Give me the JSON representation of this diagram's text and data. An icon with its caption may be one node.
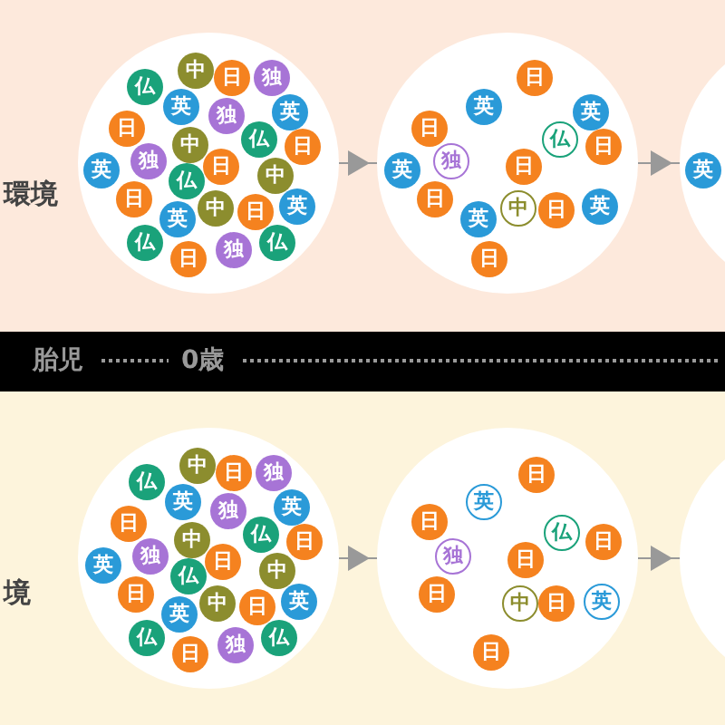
{
  "diagram": {
    "nodes": [
      {
        "text": [],
        "shape": "circle"
      },
      {
        "text": [
          "仏"
        ],
        "in": 0
      },
      {
        "text": [
          "中"
        ],
        "in": 0
      },
      {
        "text": [
          "日"
        ],
        "in": 0
      },
      {
        "text": [
          "独"
        ],
        "in": 0
      },
      {
        "text": [
          "英"
        ],
        "in": 0
      },
      {
        "text": [
          "独"
        ],
        "in": 0
      },
      {
        "text": [
          "英"
        ],
        "in": 0
      },
      {
        "text": [
          "日"
        ],
        "in": 0
      },
      {
        "text": [
          "仏"
        ],
        "in": 0
      },
      {
        "text": [
          "日"
        ],
        "in": 0
      },
      {
        "text": [
          "中"
        ],
        "in": 0
      },
      {
        "text": [
          "独"
        ],
        "in": 0
      },
      {
        "text": [
          "英"
        ],
        "in": 0
      },
      {
        "text": [
          "日"
        ],
        "in": 0
      },
      {
        "text": [
          "中"
        ],
        "in": 0
      },
      {
        "text": [
          "仏"
        ],
        "in": 0
      },
      {
        "text": [
          "日"
        ],
        "in": 0
      },
      {
        "text": [
          "中"
        ],
        "in": 0
      },
      {
        "text": [
          "日"
        ],
        "in": 0
      },
      {
        "text": [
          "英"
        ],
        "in": 0
      },
      {
        "text": [
          "英"
        ],
        "in": 0
      },
      {
        "text": [
          "仏"
        ],
        "in": 0
      },
      {
        "text": [
          "日"
        ],
        "in": 0
      },
      {
        "text": [
          "独"
        ],
        "in": 0
      },
      {
        "text": [
          "仏"
        ],
        "in": 0
      },
      {
        "text": [],
        "shape": "circle"
      },
      {
        "text": [
          "日"
        ],
        "in": 26
      },
      {
        "text": [
          "英"
        ],
        "in": 26
      },
      {
        "text": [
          "英"
        ],
        "in": 26
      },
      {
        "text": [
          "日"
        ],
        "in": 26
      },
      {
        "text": [
          "仏"
        ],
        "in": 26
      },
      {
        "text": [
          "日"
        ],
        "in": 26
      },
      {
        "text": [
          "英"
        ],
        "in": 26
      },
      {
        "text": [
          "独"
        ],
        "in": 26
      },
      {
        "text": [
          "日"
        ],
        "in": 26
      },
      {
        "text": [
          "日"
        ],
        "in": 26
      },
      {
        "text": [
          "英"
        ],
        "in": 26
      },
      {
        "text": [
          "中"
        ],
        "in": 26
      },
      {
        "text": [
          "日"
        ],
        "in": 26
      },
      {
        "text": [
          "英"
        ],
        "in": 26
      },
      {
        "text": [
          "日"
        ],
        "in": 26
      },
      {
        "text": [],
        "shape": "circle"
      },
      {
        "text": [
          "英"
        ],
        "in": 42
      },
      {
        "text": [],
        "shape": "circle"
      },
      {
        "text": [
          "仏"
        ],
        "in": 44
      },
      {
        "text": [
          "中"
        ],
        "in": 44
      },
      {
        "text": [
          "日"
        ],
        "in": 44
      },
      {
        "text": [
          "独"
        ],
        "in": 44
      },
      {
        "text": [
          "英"
        ],
        "in": 44
      },
      {
        "text": [
          "独"
        ],
        "in": 44
      },
      {
        "text": [
          "英"
        ],
        "in": 44
      },
      {
        "text": [
          "日"
        ],
        "in": 44
      },
      {
        "text": [
          "仏"
        ],
        "in": 44
      },
      {
        "text": [
          "日"
        ],
        "in": 44
      },
      {
        "text": [
          "中"
        ],
        "in": 44
      },
      {
        "text": [
          "独"
        ],
        "in": 44
      },
      {
        "text": [
          "英"
        ],
        "in": 44
      },
      {
        "text": [
          "日"
        ],
        "in": 44
      },
      {
        "text": [
          "中"
        ],
        "in": 44
      },
      {
        "text": [
          "仏"
        ],
        "in": 44
      },
      {
        "text": [
          "日"
        ],
        "in": 44
      },
      {
        "text": [
          "中"
        ],
        "in": 44
      },
      {
        "text": [
          "日"
        ],
        "in": 44
      },
      {
        "text": [
          "英"
        ],
        "in": 44
      },
      {
        "text": [
          "英"
        ],
        "in": 44
      },
      {
        "text": [
          "仏"
        ],
        "in": 44
      },
      {
        "text": [
          "日"
        ],
        "in": 44
      },
      {
        "text": [
          "独"
        ],
        "in": 44
      },
      {
        "text": [
          "仏"
        ],
        "in": 44
      },
      {
        "text": [],
        "shape": "circle"
      },
      {
        "text": [
          "日"
        ],
        "in": 70
      },
      {
        "text": [
          "英"
        ],
        "in": 70
      },
      {
        "text": [
          "日"
        ],
        "in": 70
      },
      {
        "text": [
          "仏"
        ],
        "in": 70
      },
      {
        "text": [
          "日"
        ],
        "in": 70
      },
      {
        "text": [
          "独"
        ],
        "in": 70
      },
      {
        "text": [
          "日"
        ],
        "in": 70
      },
      {
        "text": [
          "日"
        ],
        "in": 70
      },
      {
        "text": [
          "中"
        ],
        "in": 70
      },
      {
        "text": [
          "日"
        ],
        "in": 70
      },
      {
        "text": [
          "英"
        ],
        "in": 70
      },
      {
        "text": [
          "日"
        ],
        "in": 70
      },
      {
        "text": [],
        "shape": "circle"
      }
    ],
    "edges": [
      {
        "from": 0,
        "to": 26,
        "arrow": "to"
      },
      {
        "from": 26,
        "to": 42,
        "arrow": "to"
      },
      {
        "from": 44,
        "to": 70,
        "arrow": "to"
      },
      {
        "from": 70,
        "to": 83,
        "arrow": "to"
      }
    ],
    "labels": [
      "環境",
      "胎児",
      "0歳",
      "境"
    ]
  }
}
